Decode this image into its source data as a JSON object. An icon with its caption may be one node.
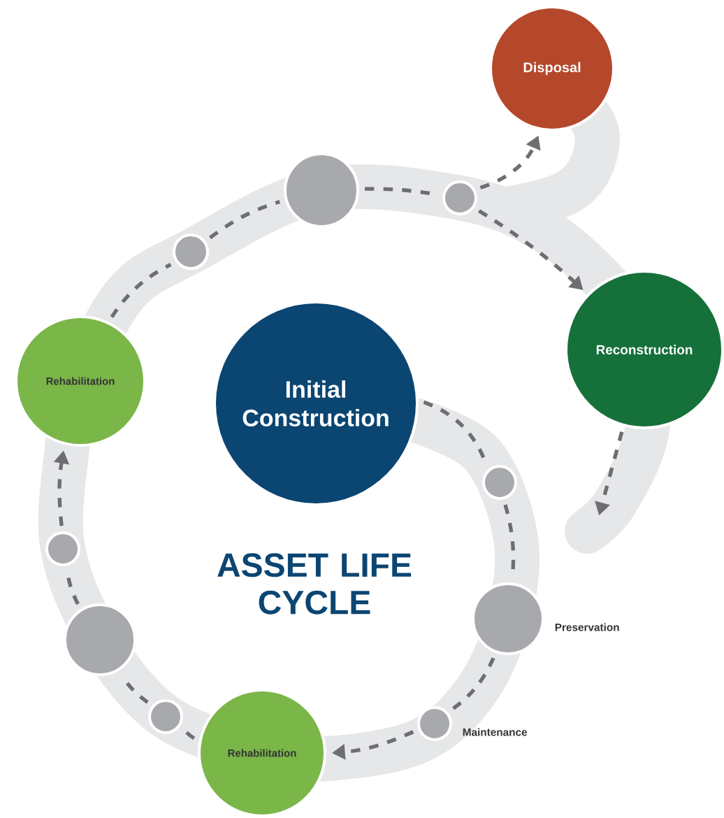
{
  "diagram": {
    "title": "ASSET LIFE CYCLE",
    "nodes": [
      {
        "text": [
          "Disposal"
        ]
      },
      {
        "text": [],
        "shape": "circle"
      },
      {
        "text": [],
        "shape": "circle"
      },
      {
        "text": [],
        "shape": "circle"
      },
      {
        "text": [
          "Reconstruction"
        ]
      },
      {
        "text": [
          "Rehabilitation"
        ]
      },
      {
        "text": [
          "Initial Construction"
        ]
      },
      {
        "text": [],
        "shape": "circle"
      },
      {
        "text": [],
        "shape": "circle"
      },
      {
        "text": [],
        "shape": "circle",
        "beside": [
          "Preservation"
        ]
      },
      {
        "text": [],
        "shape": "circle"
      },
      {
        "text": [],
        "shape": "circle",
        "beside": [
          "Maintenance"
        ]
      },
      {
        "text": [],
        "shape": "circle"
      },
      {
        "text": [
          "Rehabilitation"
        ]
      }
    ],
    "edges": [
      {
        "from": 6,
        "to": 7,
        "arrow": "none",
        "style": "dashed"
      },
      {
        "from": 7,
        "to": 9,
        "arrow": "none",
        "style": "dashed"
      },
      {
        "from": 9,
        "to": 11,
        "arrow": "none",
        "style": "dashed"
      },
      {
        "from": 11,
        "to": 13,
        "arrow": "to",
        "style": "dashed"
      },
      {
        "from": 13,
        "to": 12,
        "arrow": "none",
        "style": "dashed"
      },
      {
        "from": 12,
        "to": 10,
        "arrow": "none",
        "style": "dashed"
      },
      {
        "from": 10,
        "to": 8,
        "arrow": "none",
        "style": "dashed"
      },
      {
        "from": 8,
        "to": 5,
        "arrow": "to",
        "style": "dashed"
      },
      {
        "from": 5,
        "to": 3,
        "arrow": "none",
        "style": "dashed"
      },
      {
        "from": 3,
        "to": 1,
        "arrow": "none",
        "style": "dashed"
      },
      {
        "from": 1,
        "to": 2,
        "arrow": "none",
        "style": "dashed"
      },
      {
        "from": 2,
        "to": 4,
        "arrow": "to",
        "style": "dashed"
      },
      {
        "from": 2,
        "to": 0,
        "arrow": "to",
        "style": "dashed"
      },
      {
        "from": 4,
        "to": null,
        "arrow": "to",
        "style": "dashed"
      }
    ]
  }
}
